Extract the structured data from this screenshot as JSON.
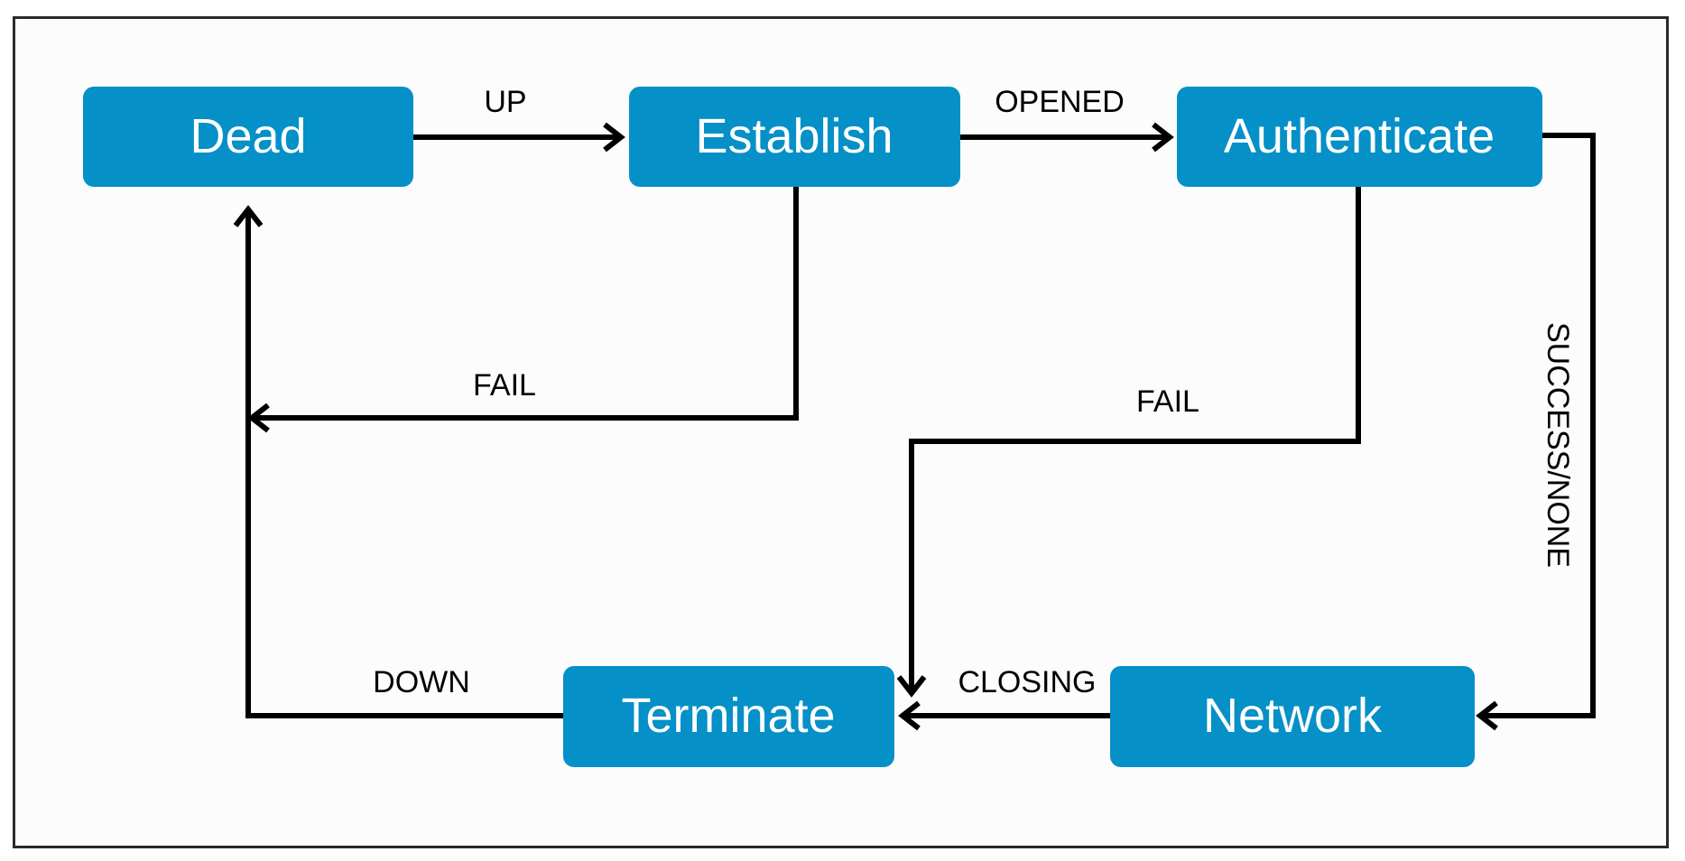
{
  "diagram": {
    "states": {
      "dead": "Dead",
      "establish": "Establish",
      "authenticate": "Authenticate",
      "terminate": "Terminate",
      "network": "Network"
    },
    "transitions": {
      "up": "UP",
      "opened": "OPENED",
      "establish_fail": "FAIL",
      "authenticate_fail": "FAIL",
      "success_none": "SUCCESS/NONE",
      "closing": "CLOSING",
      "down": "DOWN"
    },
    "colors": {
      "state_fill": "#0590c8",
      "state_text": "#ffffff",
      "edge": "#000000"
    }
  }
}
